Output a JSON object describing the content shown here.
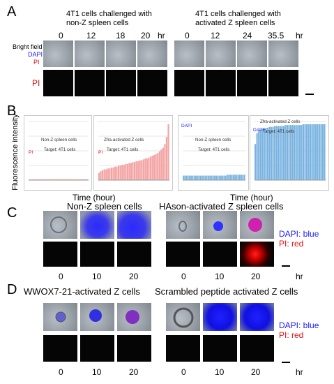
{
  "panelA": {
    "letter": "A",
    "left_title_1": "4T1 cells challenged with",
    "left_title_2": "non-Z spleen cells",
    "right_title_1": "4T1 cells challenged with",
    "right_title_2": "activated Z spleen cells",
    "left_times": [
      "0",
      "12",
      "18",
      "20",
      "hr"
    ],
    "right_times": [
      "0",
      "12",
      "24",
      "35.5",
      "hr"
    ],
    "row_label_1": "Bright field",
    "row_label_2": "DAPI",
    "row_label_3": "PI",
    "row_label_4": "PI"
  },
  "panelB": {
    "letter": "B",
    "ylabel": "Fluorescence intensity",
    "xlabel_left": "Time (hour)",
    "xlabel_right": "Time (hour)",
    "charts": [
      {
        "label": "PI",
        "legend1": "Non-Z spleen cells",
        "legend2": "Target: 4T1 cells",
        "color": "#f4a3a3",
        "values": [
          1,
          1,
          1,
          1,
          1,
          1,
          1,
          1,
          1,
          1,
          1,
          1,
          1,
          1,
          1,
          1,
          1,
          1,
          1,
          1,
          1,
          1,
          1,
          1,
          1,
          1,
          1,
          1,
          1,
          1,
          1,
          1,
          1,
          1,
          1,
          1,
          1,
          1,
          1,
          1
        ]
      },
      {
        "label": "PI",
        "legend1": "Zfra-activated Z cells",
        "legend2": "Target: 4T1 cells",
        "color": "#f4a3a3",
        "values": [
          8,
          10,
          11,
          12,
          12,
          13,
          13,
          14,
          14,
          15,
          15,
          16,
          16,
          17,
          17,
          18,
          18,
          19,
          19,
          20,
          20,
          21,
          21,
          22,
          22,
          23,
          24,
          24,
          25,
          26,
          27,
          28,
          29,
          30,
          32,
          34,
          36,
          40,
          48,
          62
        ]
      },
      {
        "label": "DAPI",
        "legend1": "Non-Z spleen cells",
        "legend2": "Target: 4T1 cells",
        "color": "#7ab3e0",
        "values": [
          5,
          5,
          5,
          5,
          5,
          5,
          5,
          5,
          5,
          5,
          5,
          5,
          5,
          5,
          5,
          5,
          5,
          5,
          5,
          5,
          5,
          5,
          5,
          5,
          5,
          5,
          5,
          5,
          6,
          6,
          6,
          6,
          6,
          6,
          6,
          6,
          6,
          6,
          6,
          6
        ]
      },
      {
        "label": "DAPI",
        "legend1": "Zfra-activated Z cells",
        "legend2": "Target: 4T1 cells",
        "color": "#7ab3e0",
        "values": [
          40,
          52,
          55,
          56,
          57,
          58,
          58,
          58,
          59,
          59,
          59,
          60,
          60,
          60,
          60,
          60,
          60,
          61,
          61,
          61,
          61,
          61,
          61,
          61,
          61,
          61,
          61,
          62,
          62,
          62,
          62,
          62,
          62,
          62,
          62,
          62,
          62,
          62,
          62,
          62
        ]
      }
    ]
  },
  "panelC": {
    "letter": "C",
    "left_title": "Non-Z spleen cells",
    "right_title": "HAson-activated Z spleen cells",
    "legend_dapi": "DAPI: blue",
    "legend_pi": "PI: red",
    "left_times": [
      "0",
      "10",
      "20"
    ],
    "right_times": [
      "0",
      "10",
      "20"
    ],
    "hr": "hr"
  },
  "panelD": {
    "letter": "D",
    "left_title": "WWOX7-21-activated Z cells",
    "right_title": "Scrambled peptide activated Z cells",
    "legend_dapi": "DAPI: blue",
    "legend_pi": "PI: red",
    "left_times": [
      "0",
      "10",
      "20"
    ],
    "right_times": [
      "0",
      "10",
      "20"
    ],
    "hr": "hr"
  },
  "colors": {
    "dapi": "#1a1aff",
    "pi": "#e01010",
    "bar_pi": "#f4a3a3",
    "bar_dapi": "#7ab3e0"
  }
}
